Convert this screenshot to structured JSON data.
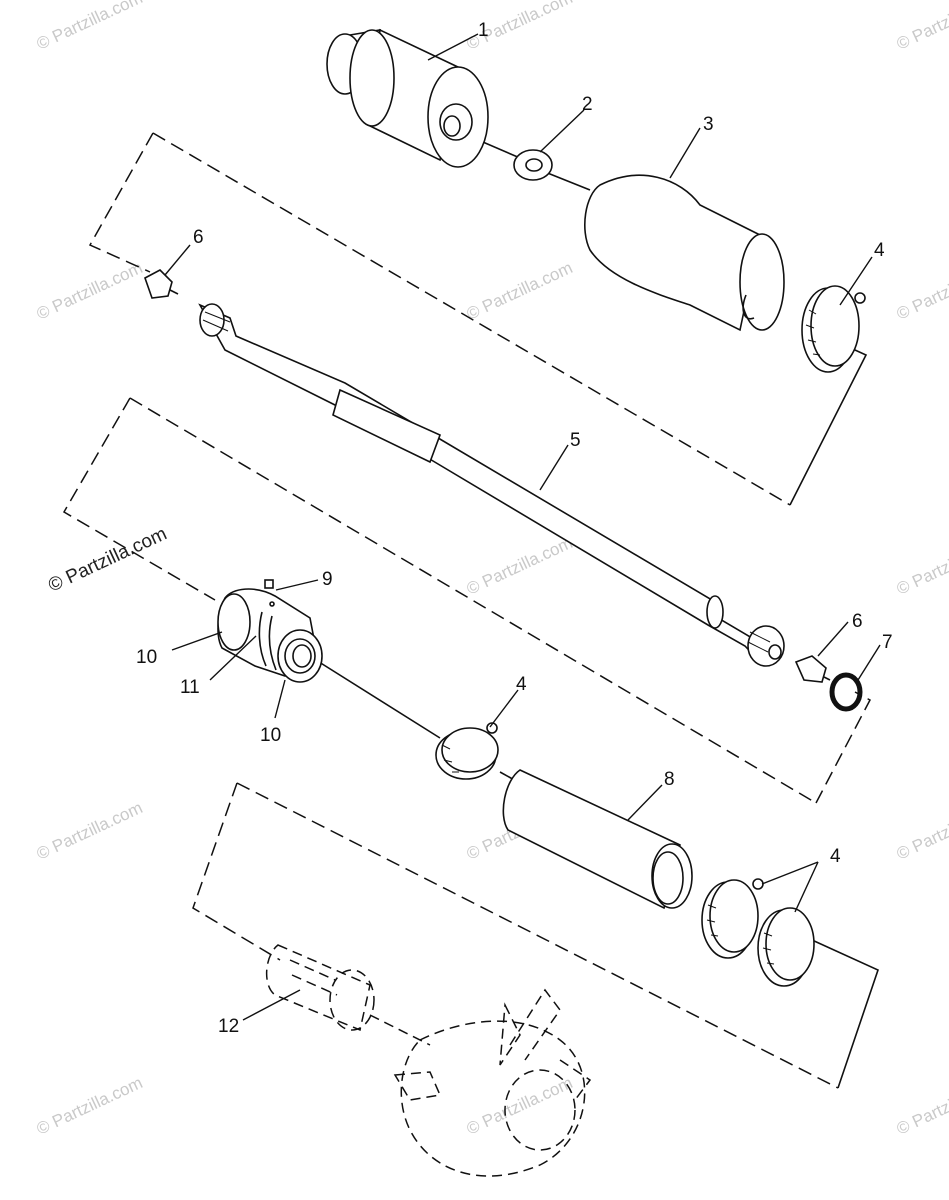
{
  "watermark": {
    "text": "© Partzilla.com",
    "prominent_text": "© Partzilla.com"
  },
  "callouts": {
    "p1": "1",
    "p2": "2",
    "p3": "3",
    "p4a": "4",
    "p5": "5",
    "p6a": "6",
    "p6b": "6",
    "p7": "7",
    "p9": "9",
    "p10a": "10",
    "p11": "11",
    "p10b": "10",
    "p4b": "4",
    "p8": "8",
    "p4c": "4",
    "p12": "12"
  }
}
